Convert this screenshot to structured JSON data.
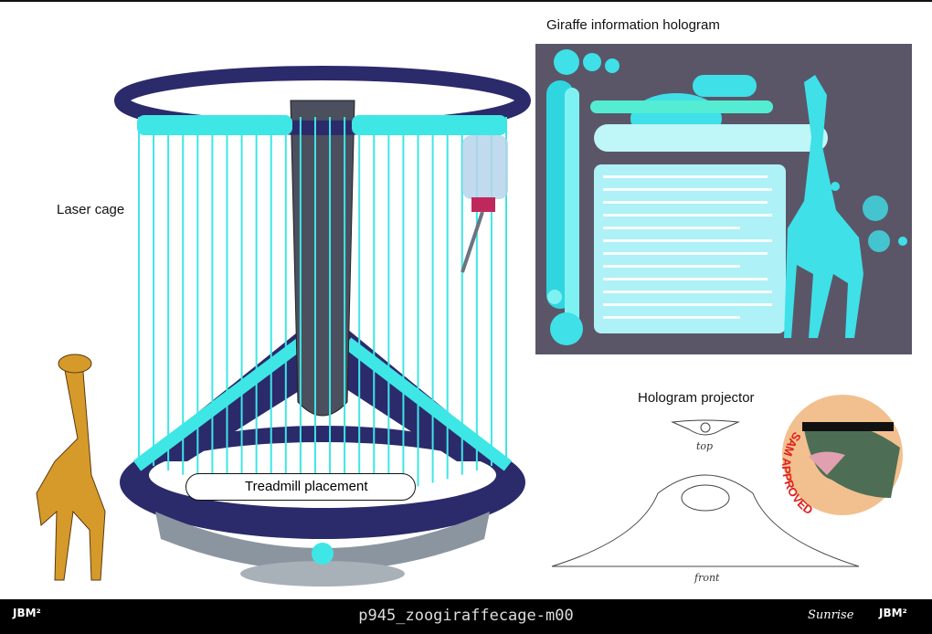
{
  "labels": {
    "laser_cage": "Laser cage",
    "treadmill": "Treadmill placement",
    "hologram_title": "Giraffe information hologram",
    "projector": "Hologram projector",
    "sketch_top": "top",
    "sketch_front": "front"
  },
  "badge": {
    "text": "SAM APPROVED"
  },
  "footer": {
    "filename": "p945_zoogiraffecage-m00",
    "logo_left": "JBM²",
    "logo_sunrise": "Sunrise",
    "logo_right": "JBM²"
  },
  "colors": {
    "laser": "#3ee6e6",
    "ring": "#2b2a6b",
    "column": "#4b4f5e",
    "hologram_bg": "#5a5668",
    "badge": "#f2c08f",
    "badge_text": "#e0201c"
  }
}
